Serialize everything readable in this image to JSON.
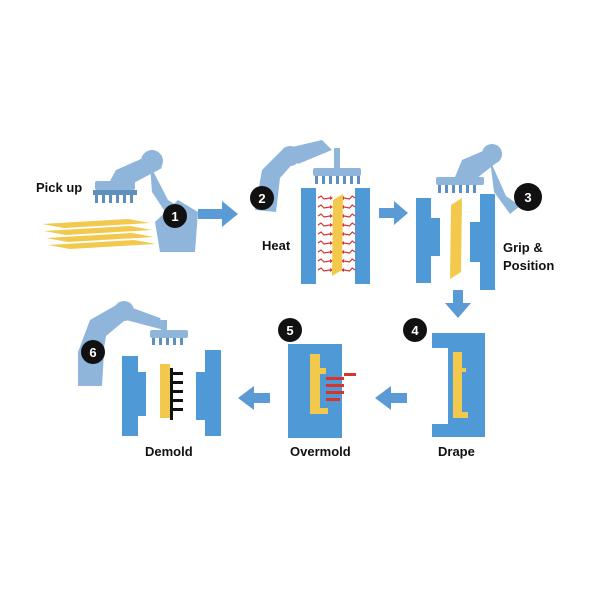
{
  "colors": {
    "robot": "#8fb5db",
    "robot_dark": "#5f8fbd",
    "mold": "#4f9ad6",
    "arrow": "#5b9bd5",
    "part": "#f2c94c",
    "heat": "#d9342b",
    "badge": "#111111"
  },
  "steps": [
    {
      "number": "1",
      "label": "Pick up",
      "icon": "robot-arm-icon"
    },
    {
      "number": "2",
      "label": "Heat",
      "icon": "heater-mold-icon"
    },
    {
      "number": "3",
      "label": "Grip &",
      "label2": "Position",
      "icon": "robot-arm-icon"
    },
    {
      "number": "4",
      "label": "Drape",
      "icon": "mold-icon"
    },
    {
      "number": "5",
      "label": "Overmold",
      "icon": "mold-icon"
    },
    {
      "number": "6",
      "label": "Demold",
      "icon": "robot-arm-icon"
    }
  ]
}
